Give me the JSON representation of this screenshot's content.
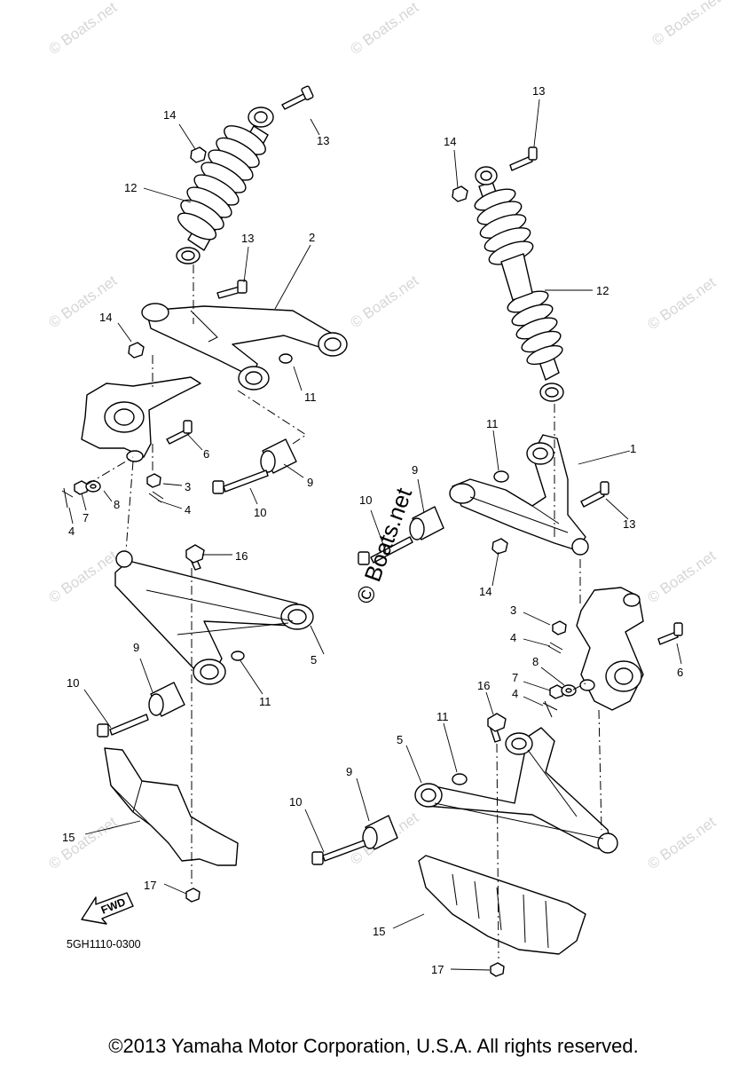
{
  "watermark": "© Boats.net",
  "center_watermark": "© Boats.net",
  "diagram_code": "5GH1110-0300",
  "fwd_label": "FWD",
  "copyright": "©2013 Yamaha Motor Corporation, U.S.A. All rights reserved.",
  "callouts": [
    "1",
    "2",
    "3",
    "4",
    "5",
    "6",
    "7",
    "8",
    "9",
    "10",
    "11",
    "12",
    "13",
    "14",
    "15",
    "16",
    "17"
  ]
}
